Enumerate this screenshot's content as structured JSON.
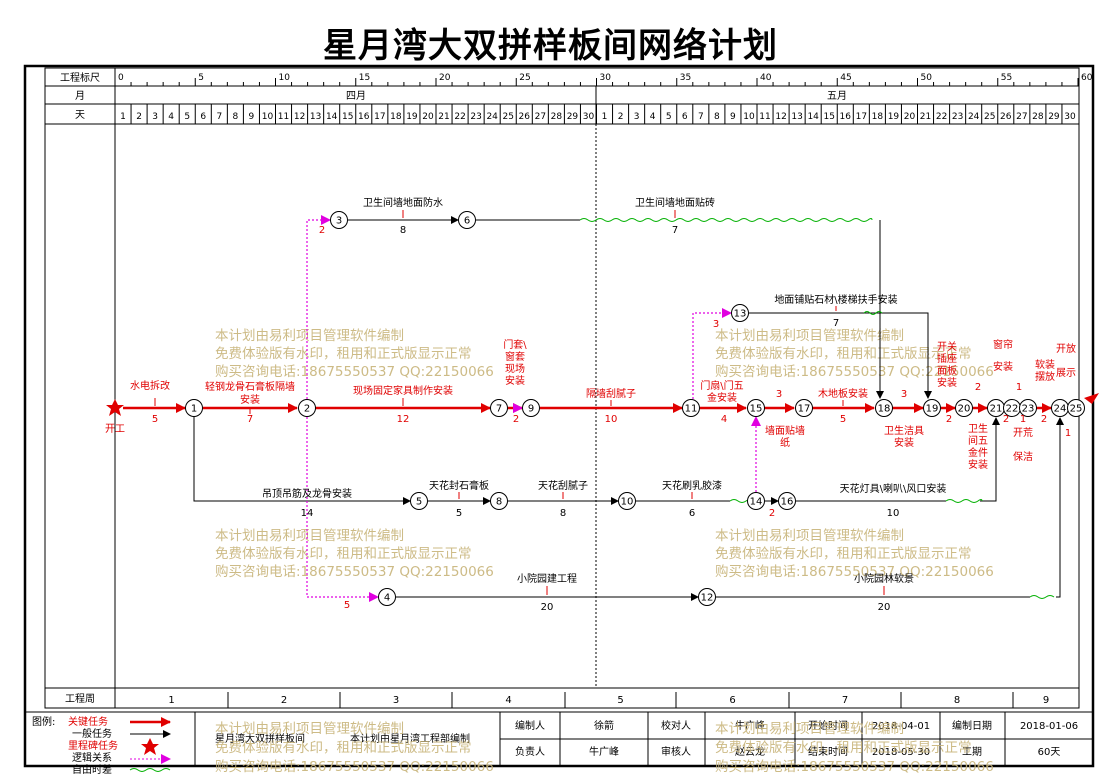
{
  "title": "星月湾大双拼样板间网络计划",
  "header": {
    "scale_label": "工程标尺",
    "month_label": "月",
    "day_label": "天",
    "scale_ticks": [
      "0",
      "5",
      "10",
      "15",
      "20",
      "25",
      "30",
      "35",
      "40",
      "45",
      "50",
      "55",
      "60"
    ],
    "months": [
      "四月",
      "五月"
    ],
    "days": [
      "1",
      "2",
      "3",
      "4",
      "5",
      "6",
      "7",
      "8",
      "9",
      "10",
      "11",
      "12",
      "13",
      "14",
      "15",
      "16",
      "17",
      "18",
      "19",
      "20",
      "21",
      "22",
      "23",
      "24",
      "25",
      "26",
      "27",
      "28",
      "29",
      "30",
      "1",
      "2",
      "3",
      "4",
      "5",
      "6",
      "7",
      "8",
      "9",
      "10",
      "11",
      "12",
      "13",
      "14",
      "15",
      "16",
      "17",
      "18",
      "19",
      "20",
      "21",
      "22",
      "23",
      "24",
      "25",
      "26",
      "27",
      "28",
      "29",
      "30"
    ]
  },
  "week_row": {
    "label": "工程周",
    "weeks": [
      "1",
      "2",
      "3",
      "4",
      "5",
      "6",
      "7",
      "8",
      "9"
    ]
  },
  "nodes": [
    "1",
    "2",
    "3",
    "4",
    "5",
    "6",
    "7",
    "8",
    "9",
    "10",
    "11",
    "12",
    "13",
    "14",
    "14",
    "15",
    "16",
    "17",
    "18",
    "19",
    "20",
    "21",
    "22",
    "23",
    "24",
    "25"
  ],
  "start_label": "开工",
  "tasks": {
    "shuidian": {
      "name": "水电拆改",
      "dur": "5"
    },
    "longgu": {
      "name": "轻钢龙骨石膏板隔墙安装",
      "dur": "7"
    },
    "jiaju": {
      "name": "现场固定家具制作安装",
      "dur": "12"
    },
    "mentao": {
      "name": "门套\\窗套现场安装",
      "dur": "2"
    },
    "nizi": {
      "name": "隔墙刮腻子",
      "dur": "10"
    },
    "menshan": {
      "name": "门扇\\门五金安装",
      "dur": "4"
    },
    "qiangzhi": {
      "name": "墙面贴墙纸",
      "dur": "3"
    },
    "mudiban": {
      "name": "木地板安装",
      "dur": "5"
    },
    "jieju": {
      "name": "卫生洁具安装",
      "dur": "3"
    },
    "kaiguan": {
      "name": "开关插座面板安装",
      "dur": "2"
    },
    "weiwujin": {
      "name": "卫生间五金件安装",
      "dur": "2"
    },
    "chuanglian": {
      "name": "窗帘安装",
      "dur": "1"
    },
    "ruanzhuang": {
      "name": "软装摆放",
      "dur": "2"
    },
    "baojie": {
      "name": "开荒保洁",
      "dur": "1"
    },
    "zhanshi": {
      "name": "开放展示",
      "dur": "1"
    },
    "fangshui": {
      "name": "卫生间墙地面防水",
      "dur": "8"
    },
    "tiezhuan": {
      "name": "卫生间墙地面贴砖",
      "dur": "7"
    },
    "shicai": {
      "name": "地面铺贴石材\\楼梯扶手安装",
      "dur": "7"
    },
    "diaoding": {
      "name": "吊顶吊筋及龙骨安装",
      "dur": "14"
    },
    "fengding": {
      "name": "天花封石膏板",
      "dur": "5"
    },
    "tianhuanizi": {
      "name": "天花刮腻子",
      "dur": "8"
    },
    "rujiaoqi": {
      "name": "天花刷乳胶漆",
      "dur": "6"
    },
    "dengju": {
      "name": "天花灯具\\喇叭\\风口安装",
      "dur": "10"
    },
    "yuanjian": {
      "name": "小院园建工程",
      "dur": "20"
    },
    "ruanjing": {
      "name": "小院园林软景",
      "dur": "20"
    }
  },
  "logic_durs": [
    "2",
    "3",
    "5",
    "2",
    "2"
  ],
  "watermark": [
    "本计划由易利项目管理软件编制",
    "免费体验版有水印，租用和正式版显示正常",
    "购买咨询电话:18675550537 QQ:22150066"
  ],
  "legend": {
    "title": "图例:",
    "critical": "关键任务",
    "normal": "一般任务",
    "milestone": "里程碑任务",
    "logic": "逻辑关系",
    "float": "自由时差"
  },
  "info": {
    "project": "星月湾大双拼样板间",
    "compiler_org": "本计划由星月湾工程部编制",
    "editor_label": "编制人",
    "editor": "徐箭",
    "checker_label": "校对人",
    "checker": "牛广峰",
    "owner_label": "负责人",
    "owner": "牛广峰",
    "reviewer_label": "审核人",
    "reviewer": "赵云龙",
    "start_label": "开始时间",
    "start": "2018-04-01",
    "end_label": "结束时间",
    "end": "2018-05-30",
    "date_label": "编制日期",
    "date": "2018-01-06",
    "period_label": "工期",
    "period": "60天"
  },
  "colors": {
    "critical": "#e00000",
    "logic": "#e000e0",
    "float": "#00b000",
    "normal": "#000000",
    "watermark": "#c8b47a"
  }
}
